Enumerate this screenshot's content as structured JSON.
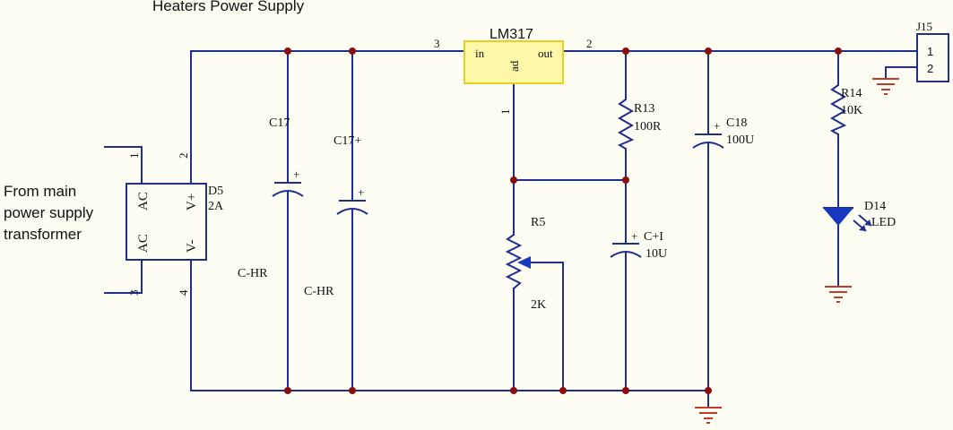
{
  "title": "Heaters Power Supply",
  "input_note": [
    "From main",
    "power supply",
    "transformer"
  ],
  "colors": {
    "wire": "#1f2f8f",
    "node": "#8b0e0e",
    "ground": "#c43b2a",
    "regulator_fill": "#fff7a8",
    "regulator_stroke": "#e8d020",
    "led_fill": "#1838c0"
  },
  "regulator": {
    "name": "LM317",
    "pin_in": "in",
    "pin_out": "out",
    "pin_adj": "ad",
    "pin3": "3",
    "pin2": "2",
    "pin1": "1"
  },
  "bridge": {
    "ref": "D5",
    "value": "2A",
    "ac1": "AC",
    "ac2": "AC",
    "vplus": "V+",
    "vminus": "V-",
    "pin1": "1",
    "pin2": "2",
    "pin3": "3",
    "pin4": "4"
  },
  "c17a": {
    "ref": "C17",
    "value": "C-HR",
    "plus": "+"
  },
  "c17b": {
    "ref": "C17+",
    "value": "C-HR",
    "plus": "+"
  },
  "r13": {
    "ref": "R13",
    "value": "100R"
  },
  "r5": {
    "ref": "R5",
    "value": "2K"
  },
  "c_adj": {
    "ref": "C+I",
    "value": "10U",
    "plus": "+"
  },
  "c18": {
    "ref": "C18",
    "value": "100U",
    "plus": "+"
  },
  "r14": {
    "ref": "R14",
    "value": "10K"
  },
  "d14": {
    "ref": "D14",
    "value": "LED"
  },
  "j15": {
    "ref": "J15",
    "pin1": "1",
    "pin2": "2"
  }
}
